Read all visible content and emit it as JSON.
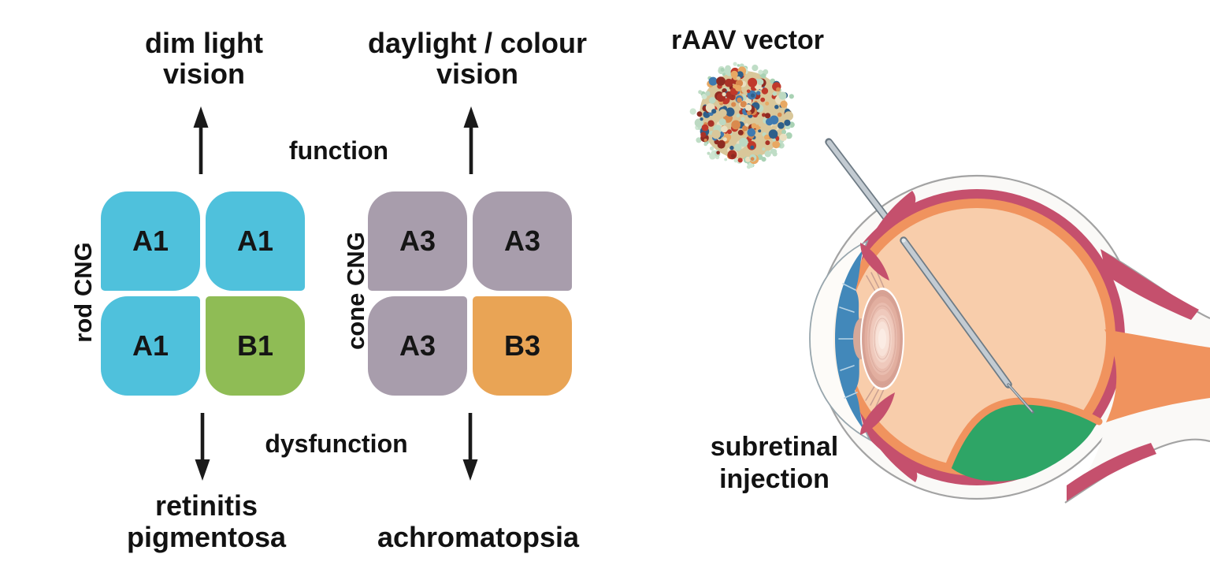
{
  "left_panel": {
    "function_label": "function",
    "dysfunction_label": "dysfunction",
    "rod": {
      "axis_label": "rod CNG",
      "function_label_line1": "dim light",
      "function_label_line2": "vision",
      "disease_label_line1": "retinitis",
      "disease_label_line2": "pigmentosa",
      "subunits": [
        [
          "A1",
          "A1"
        ],
        [
          "A1",
          "B1"
        ]
      ]
    },
    "cone": {
      "axis_label": "cone CNG",
      "function_label_line1": "daylight / colour",
      "function_label_line2": "vision",
      "disease_label": "achromatopsia",
      "subunits": [
        [
          "A3",
          "A3"
        ],
        [
          "A3",
          "B3"
        ]
      ]
    }
  },
  "right_panel": {
    "vector_label": "rAAV vector",
    "injection_label_line1": "subretinal",
    "injection_label_line2": "injection"
  },
  "colors": {
    "rod_a_subunit": "#4fc1dc",
    "rod_b_subunit": "#8fbc55",
    "cone_a_subunit": "#a89dac",
    "cone_b_subunit": "#e9a455",
    "arrow_black": "#1a1a1a",
    "sclera_white": "#faf9f7",
    "sclera_outline": "#a3a3a3",
    "choroid_crimson": "#c5506d",
    "retina_orange": "#f0935e",
    "vitreous_peach": "#f8cdab",
    "bleb_green": "#2ea566",
    "iris_blue": "#4288ba",
    "lens_pink": "#d8a294",
    "needle_gray": "#c3cbd2",
    "needle_outline": "#6e7b85",
    "capsid_palette": [
      "#a93226",
      "#c0392b",
      "#8e2b22",
      "#2e5f8a",
      "#3f7ab0",
      "#d98a4e",
      "#e8a863",
      "#d9c79a",
      "#bcd9c2",
      "#eadfc0"
    ],
    "capsid_spike_palette": [
      "#bfddc6",
      "#cde6d2",
      "#a9d2b4"
    ]
  }
}
